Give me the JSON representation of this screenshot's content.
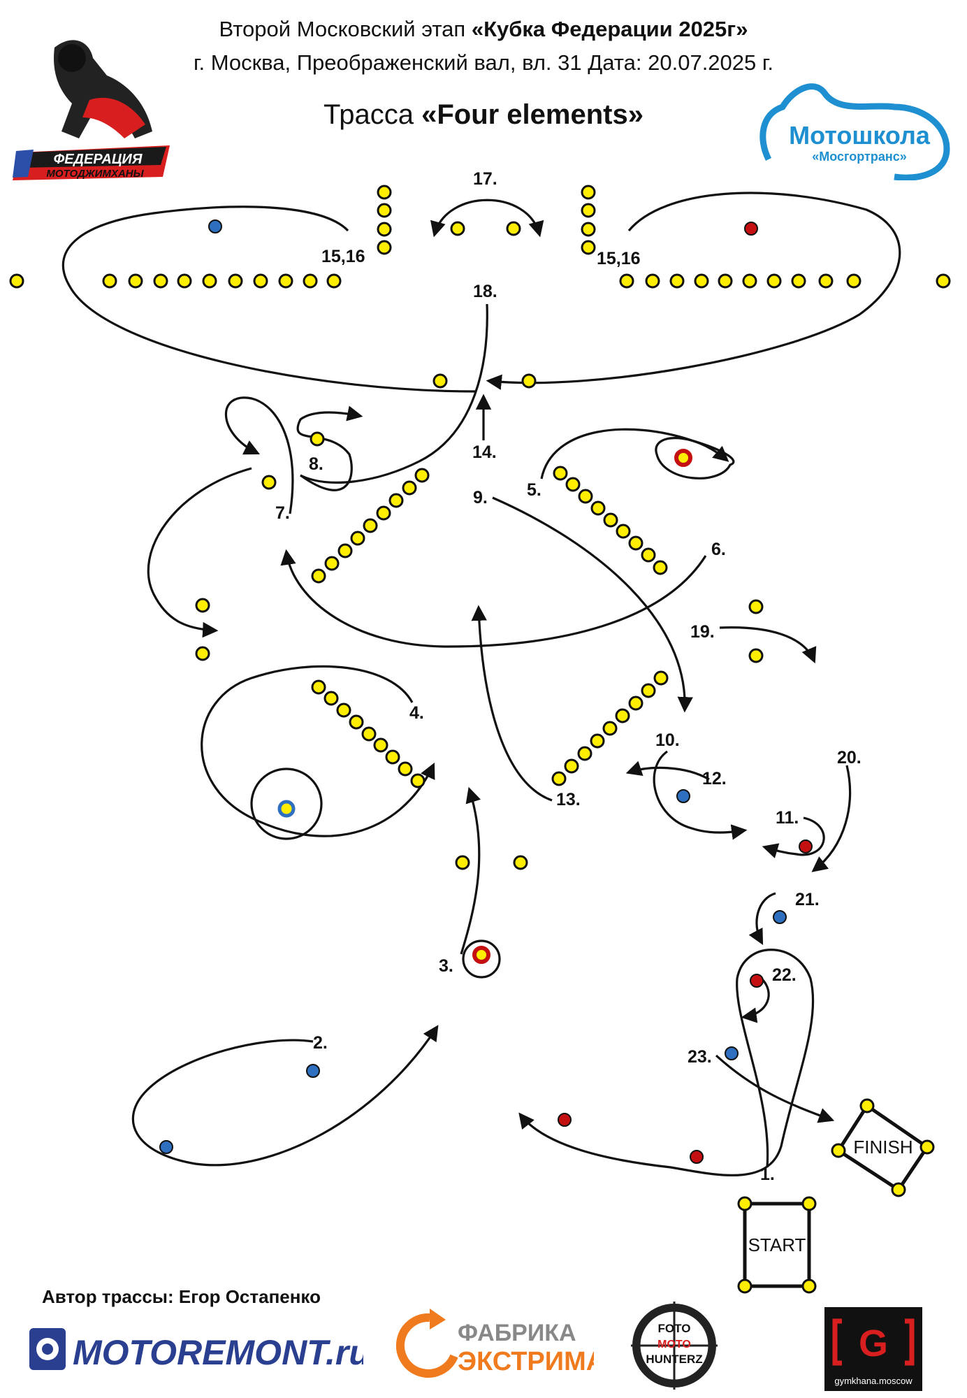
{
  "header": {
    "line1_plain": "Второй Московский этап ",
    "line1_bold": "«Кубка Федерации 2025г»",
    "line2": "г. Москва, Преображенский вал, вл. 31  Дата: 20.07.2025 г.",
    "line3_plain": "Трасса ",
    "line3_bold": "«Four elements»"
  },
  "logos": {
    "federation": "ФЕДЕРАЦИЯ",
    "federation_sub": "МОТОДЖИМХАНЫ",
    "school": "Мотошкола",
    "school_sub": "«Мосгортранс»"
  },
  "track": {
    "labels": {
      "l1": "1.",
      "l2": "2.",
      "l3": "3.",
      "l4": "4.",
      "l5": "5.",
      "l6": "6.",
      "l7": "7.",
      "l8": "8.",
      "l9": "9.",
      "l10": "10.",
      "l11": "11.",
      "l12": "12.",
      "l13": "13.",
      "l14": "14.",
      "l15a": "15,16",
      "l15b": "15,16",
      "l17": "17.",
      "l18": "18.",
      "l19": "19.",
      "l20": "20.",
      "l21": "21.",
      "l22": "22.",
      "l23": "23."
    },
    "start": "START",
    "finish": "FINISH"
  },
  "footer": {
    "author": "Автор трассы: Егор Остапенко",
    "sponsor1": "MOTOREMONT.ru",
    "sponsor2_line1": "ФАБРИКА",
    "sponsor2_line2": "ЭКСТРИМА",
    "sponsor3_line1": "FOTO",
    "sponsor3_line2": "MOTO",
    "sponsor3_line3": "HUNTERZ",
    "sponsor4": "gymkhana.moscow"
  },
  "colors": {
    "cone_yellow": "#ffee00",
    "cone_blue": "#2f6fc0",
    "cone_red": "#c41010"
  }
}
